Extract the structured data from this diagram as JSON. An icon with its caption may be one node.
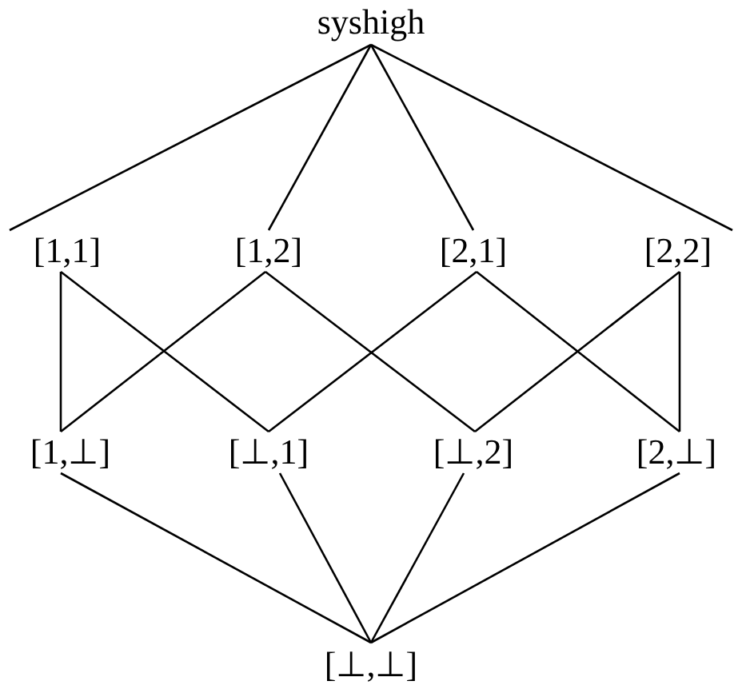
{
  "diagram": {
    "nodes": [
      {
        "text": [
          "syshigh"
        ]
      },
      {
        "text": [
          "[1,1]"
        ]
      },
      {
        "text": [
          "[1,2]"
        ]
      },
      {
        "text": [
          "[2,1]"
        ]
      },
      {
        "text": [
          "[2,2]"
        ]
      },
      {
        "text": [
          "[1,⊥]"
        ]
      },
      {
        "text": [
          "[⊥,1]"
        ]
      },
      {
        "text": [
          "[⊥,2]"
        ]
      },
      {
        "text": [
          "[2,⊥]"
        ]
      },
      {
        "text": [
          "[⊥,⊥]"
        ]
      }
    ],
    "edges": [
      {
        "from": 0,
        "to": 1,
        "arrow": "none"
      },
      {
        "from": 0,
        "to": 2,
        "arrow": "none"
      },
      {
        "from": 0,
        "to": 3,
        "arrow": "none"
      },
      {
        "from": 0,
        "to": 4,
        "arrow": "none"
      },
      {
        "from": 1,
        "to": 5,
        "arrow": "none"
      },
      {
        "from": 1,
        "to": 6,
        "arrow": "none"
      },
      {
        "from": 2,
        "to": 5,
        "arrow": "none"
      },
      {
        "from": 2,
        "to": 7,
        "arrow": "none"
      },
      {
        "from": 3,
        "to": 6,
        "arrow": "none"
      },
      {
        "from": 3,
        "to": 8,
        "arrow": "none"
      },
      {
        "from": 4,
        "to": 7,
        "arrow": "none"
      },
      {
        "from": 4,
        "to": 8,
        "arrow": "none"
      },
      {
        "from": 5,
        "to": 9,
        "arrow": "none"
      },
      {
        "from": 6,
        "to": 9,
        "arrow": "none"
      },
      {
        "from": 7,
        "to": 9,
        "arrow": "none"
      },
      {
        "from": 8,
        "to": 9,
        "arrow": "none"
      }
    ]
  }
}
